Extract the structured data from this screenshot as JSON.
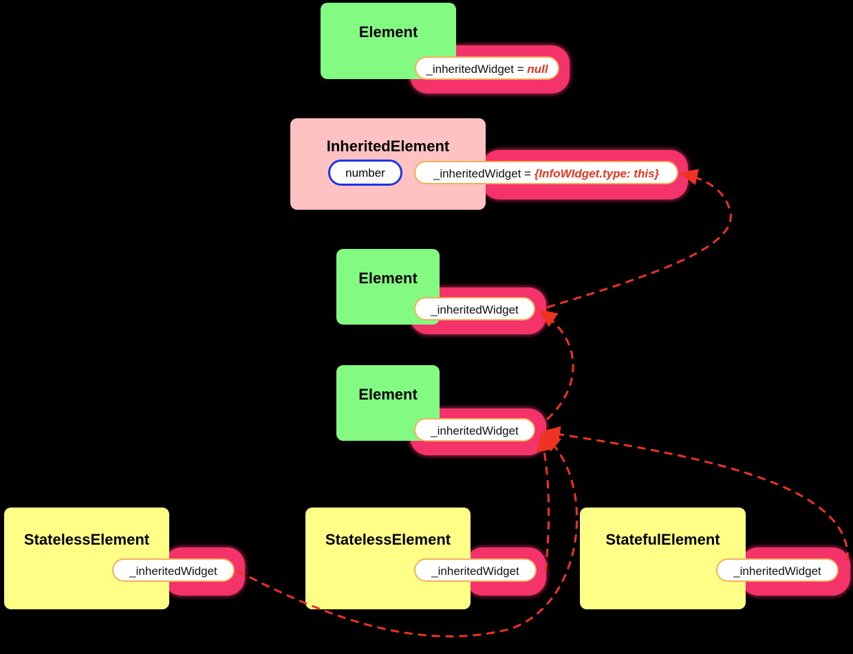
{
  "nodes": {
    "root_element": {
      "title": "Element",
      "field_label": "_inheritedWidget = ",
      "field_value": "null"
    },
    "inherited_element": {
      "title": "InheritedElement",
      "pill_label": "number",
      "field_label": "_inheritedWidget = ",
      "field_value": "{InfoWIdget.type:  this}"
    },
    "element_1": {
      "title": "Element",
      "field_label": "_inheritedWidget"
    },
    "element_2": {
      "title": "Element",
      "field_label": "_inheritedWidget"
    },
    "stateless_left": {
      "title": "StatelessElement",
      "field_label": "_inheritedWidget"
    },
    "stateless_mid": {
      "title": "StatelessElement",
      "field_label": "_inheritedWidget"
    },
    "stateful_right": {
      "title": "StatefulElement",
      "field_label": "_inheritedWidget"
    }
  },
  "colors": {
    "element": "#83fb82",
    "inherited_element": "#fec2c3",
    "leaf_element": "#ffff88",
    "arrow": "#ee3322",
    "glow": "#f5336b",
    "field_border": "#f3b05a",
    "pill_border": "#1d31e6"
  }
}
